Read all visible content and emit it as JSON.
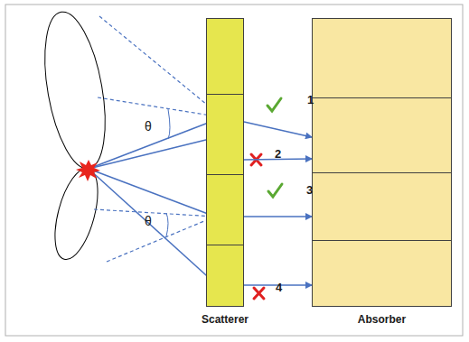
{
  "diagram": {
    "nodes": [
      {
        "text": [
          "Scatterer"
        ]
      },
      {
        "text": [
          "Absorber"
        ]
      }
    ],
    "edges": [
      {
        "from": 0,
        "to": 1,
        "arrow": "to",
        "label": "1"
      },
      {
        "from": 0,
        "to": 1,
        "arrow": "to",
        "label": "2"
      },
      {
        "from": 0,
        "to": 1,
        "arrow": "to",
        "label": "3"
      },
      {
        "from": 0,
        "to": 1,
        "arrow": "to",
        "label": "4"
      }
    ],
    "labels": [
      "θ",
      "θ"
    ]
  }
}
